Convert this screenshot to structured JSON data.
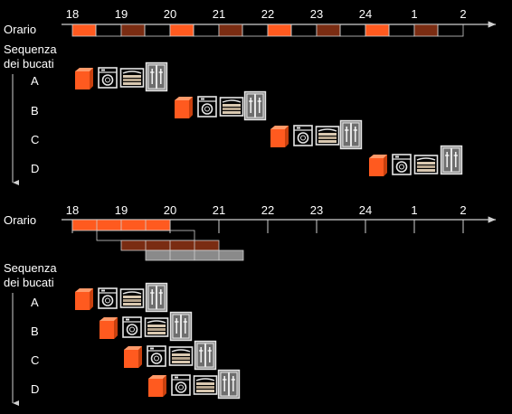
{
  "colors": {
    "background": "#000000",
    "axis": "#cfcfcf",
    "washer": "#ff5a1f",
    "dryer": "#7a2c12",
    "folder": "#9a9a9a",
    "text": "#ffffff"
  },
  "panel_top": {
    "axis_label": "Orario",
    "ticks": [
      "18",
      "19",
      "20",
      "21",
      "22",
      "23",
      "24",
      "1",
      "2"
    ],
    "sequence_label": [
      "Sequenza",
      "dei bucati"
    ],
    "loads": [
      "A",
      "B",
      "C",
      "D"
    ]
  },
  "panel_bottom": {
    "axis_label": "Orario",
    "ticks": [
      "18",
      "19",
      "20",
      "21",
      "22",
      "23",
      "24",
      "1",
      "2"
    ],
    "sequence_label": [
      "Sequenza",
      "dei bucati"
    ],
    "loads": [
      "A",
      "B",
      "C",
      "D"
    ]
  },
  "icons": [
    "washer-icon",
    "dryer-icon",
    "folding-icon",
    "wardrobe-icon"
  ]
}
